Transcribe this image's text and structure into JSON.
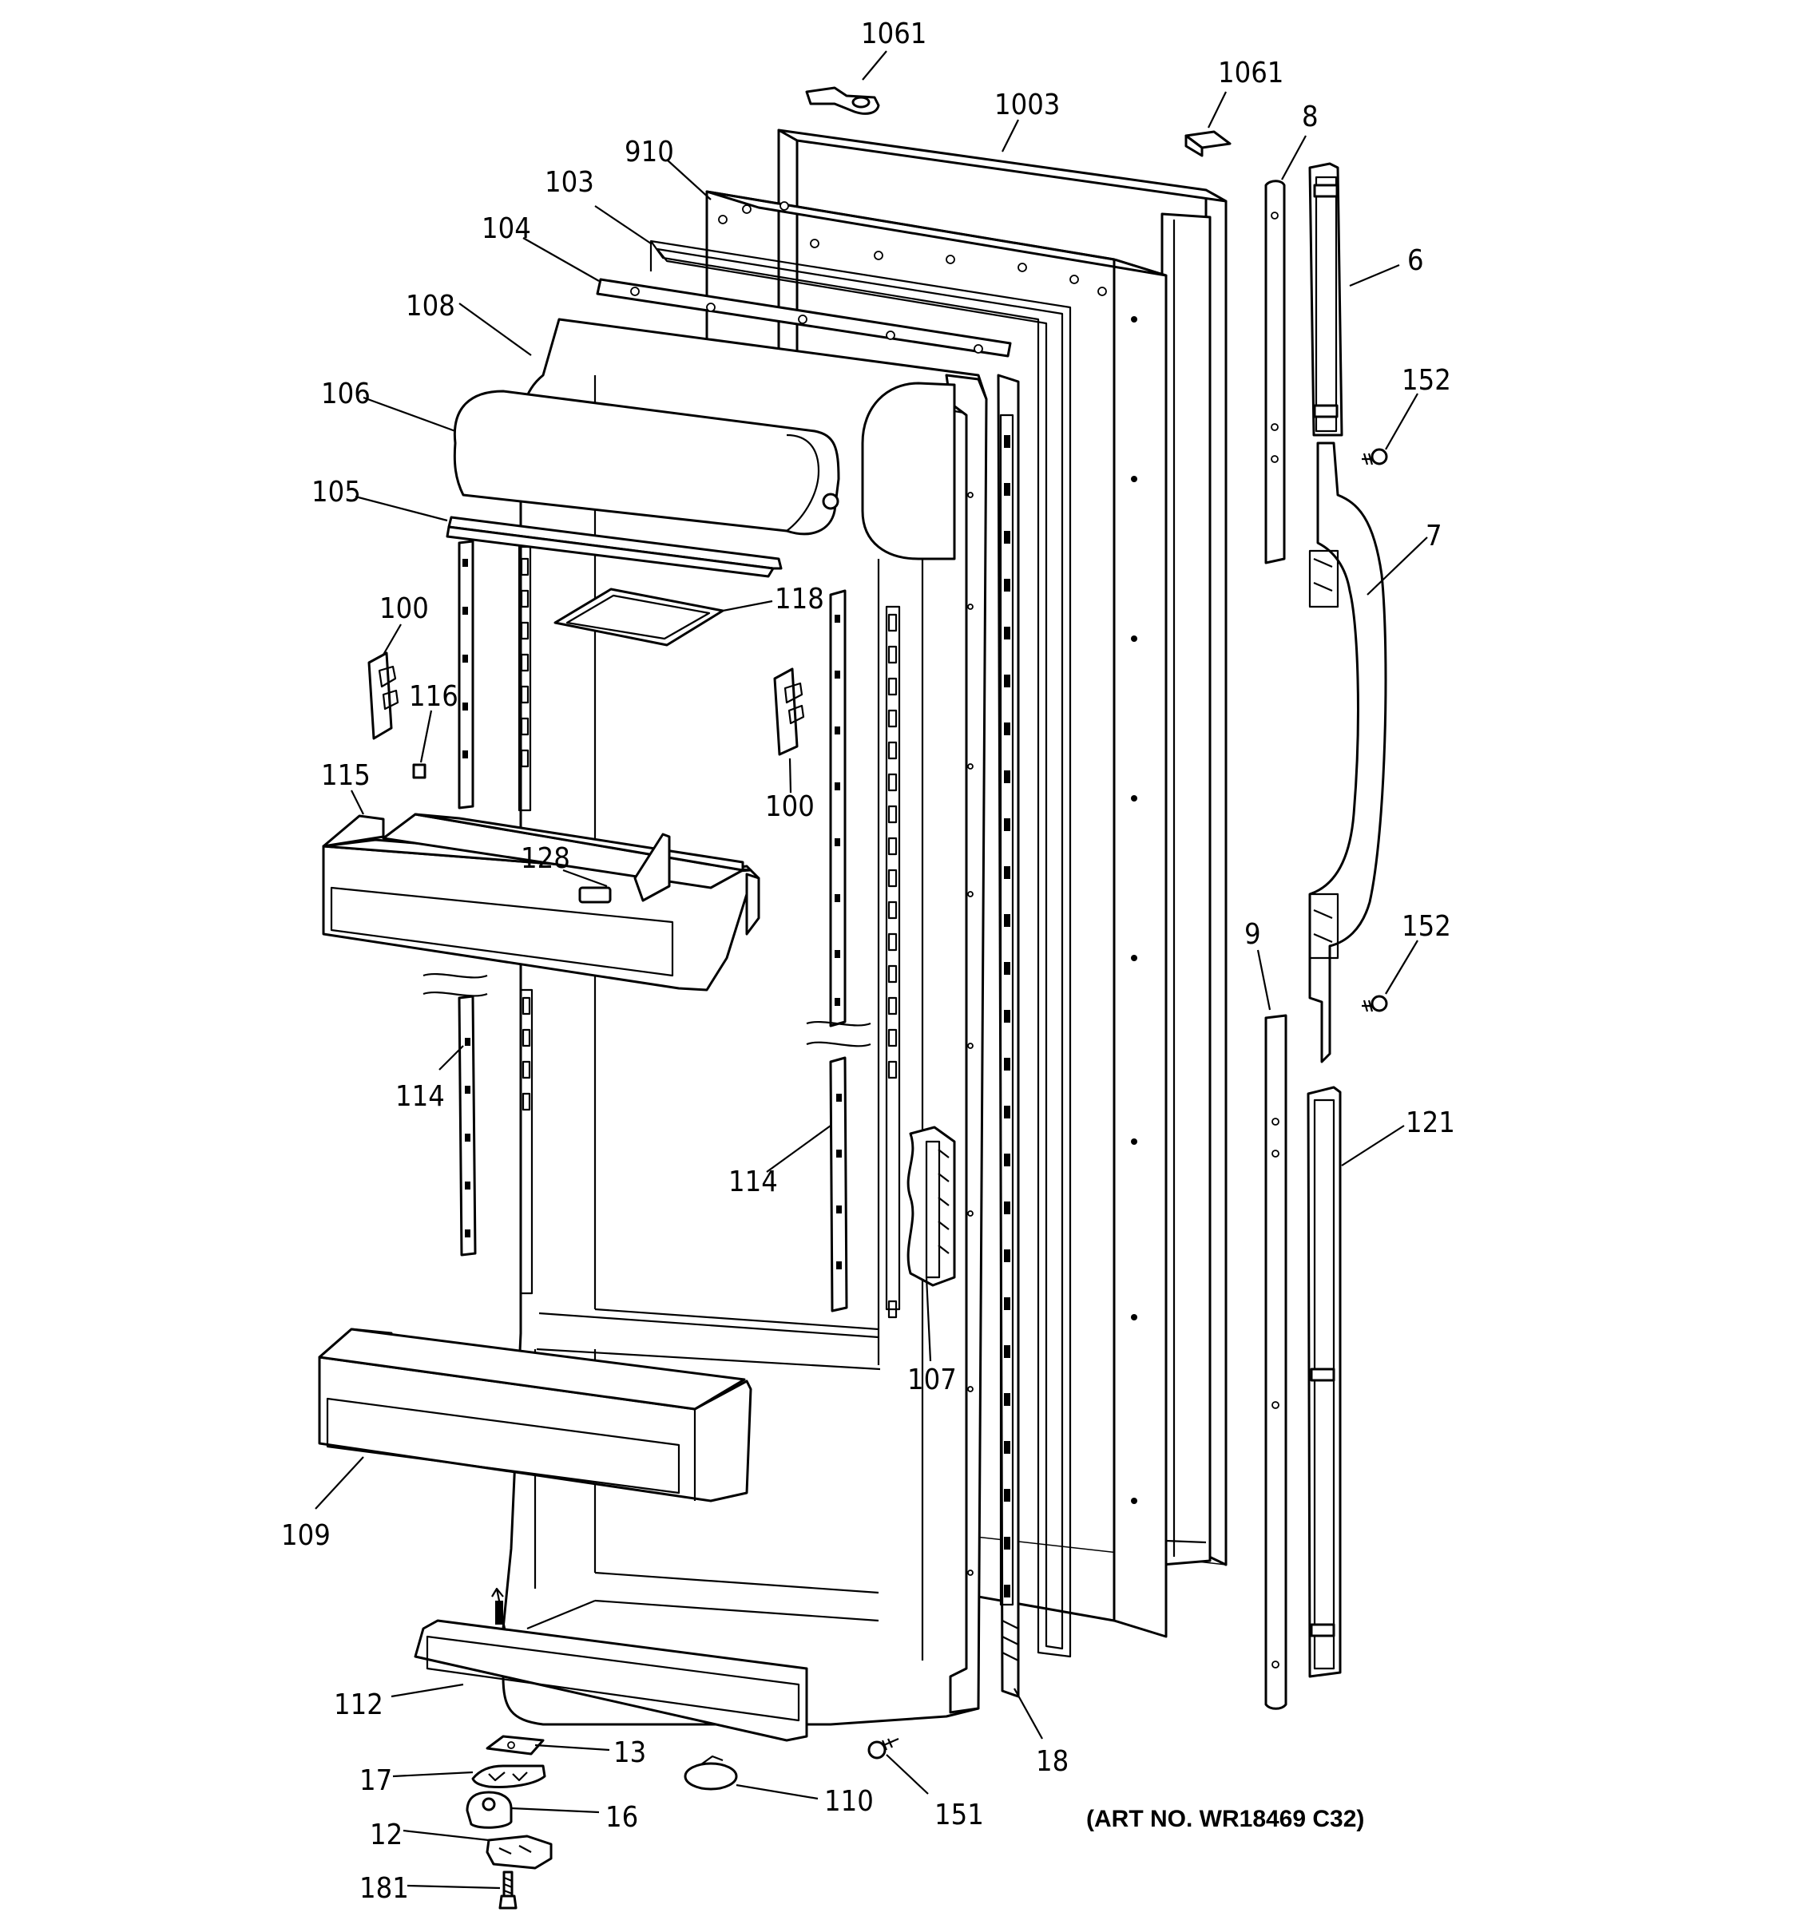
{
  "art_number": "(ART NO. WR18469 C32)",
  "callouts": [
    {
      "id": "c1061a",
      "label": "1061"
    },
    {
      "id": "c1061b",
      "label": "1061"
    },
    {
      "id": "c1003",
      "label": "1003"
    },
    {
      "id": "c910",
      "label": "910"
    },
    {
      "id": "c103",
      "label": "103"
    },
    {
      "id": "c104",
      "label": "104"
    },
    {
      "id": "c108",
      "label": "108"
    },
    {
      "id": "c106",
      "label": "106"
    },
    {
      "id": "c105",
      "label": "105"
    },
    {
      "id": "c118",
      "label": "118"
    },
    {
      "id": "c100a",
      "label": "100"
    },
    {
      "id": "c116",
      "label": "116"
    },
    {
      "id": "c100b",
      "label": "100"
    },
    {
      "id": "c115",
      "label": "115"
    },
    {
      "id": "c128",
      "label": "128"
    },
    {
      "id": "c114a",
      "label": "114"
    },
    {
      "id": "c114b",
      "label": "114"
    },
    {
      "id": "c107",
      "label": "107"
    },
    {
      "id": "c109",
      "label": "109"
    },
    {
      "id": "c112",
      "label": "112"
    },
    {
      "id": "c13",
      "label": "13"
    },
    {
      "id": "c17",
      "label": "17"
    },
    {
      "id": "c16",
      "label": "16"
    },
    {
      "id": "c12",
      "label": "12"
    },
    {
      "id": "c181",
      "label": "181"
    },
    {
      "id": "c110",
      "label": "110"
    },
    {
      "id": "c151",
      "label": "151"
    },
    {
      "id": "c18",
      "label": "18"
    },
    {
      "id": "c8",
      "label": "8"
    },
    {
      "id": "c6",
      "label": "6"
    },
    {
      "id": "c152a",
      "label": "152"
    },
    {
      "id": "c7",
      "label": "7"
    },
    {
      "id": "c152b",
      "label": "152"
    },
    {
      "id": "c9",
      "label": "9"
    },
    {
      "id": "c121",
      "label": "121"
    }
  ]
}
